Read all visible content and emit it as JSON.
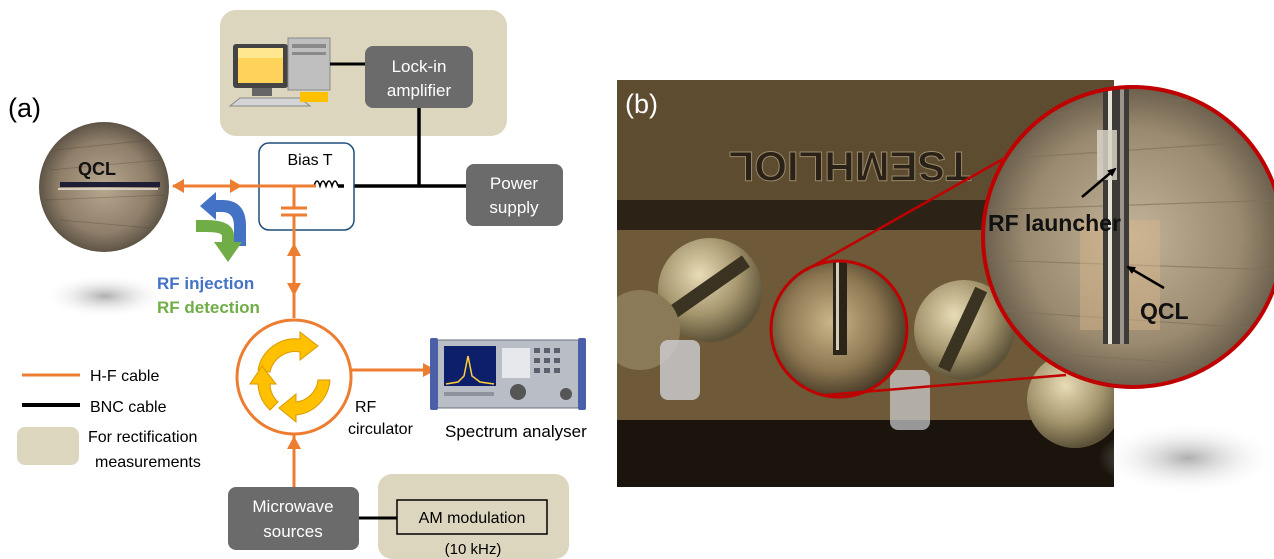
{
  "panel_a": {
    "label": "(a)",
    "qcl_label": "QCL",
    "bias_t_label": "Bias T",
    "lockin_label_line1": "Lock-in",
    "lockin_label_line2": "amplifier",
    "power_supply_line1": "Power",
    "power_supply_line2": "supply",
    "rf_injection": "RF injection",
    "rf_detection": "RF detection",
    "circulator_line1": "RF",
    "circulator_line2": "circulator",
    "spectrum_analyser": "Spectrum analyser",
    "microwave_line1": "Microwave",
    "microwave_line2": "sources",
    "am_modulation": "AM modulation",
    "am_frequency": "(10 kHz)",
    "legend": {
      "hf_cable": "H-F cable",
      "bnc_cable": "BNC cable",
      "rect_line1": "For rectification",
      "rect_line2": "measurements"
    }
  },
  "panel_b": {
    "label": "(b)",
    "rf_launcher": "RF launcher",
    "qcl_label": "QCL",
    "engraving": "TSEMHLIOL"
  },
  "colors": {
    "hf_cable": "#ED7D31",
    "bnc_cable": "#000000",
    "rectification_bg": "#DDD6BE",
    "dark_box": "#6B6B6B",
    "rf_injection": "#4472C4",
    "rf_detection": "#70AD47",
    "zoom_ring": "#C00000",
    "circulator_arrows": "#FFC000"
  }
}
